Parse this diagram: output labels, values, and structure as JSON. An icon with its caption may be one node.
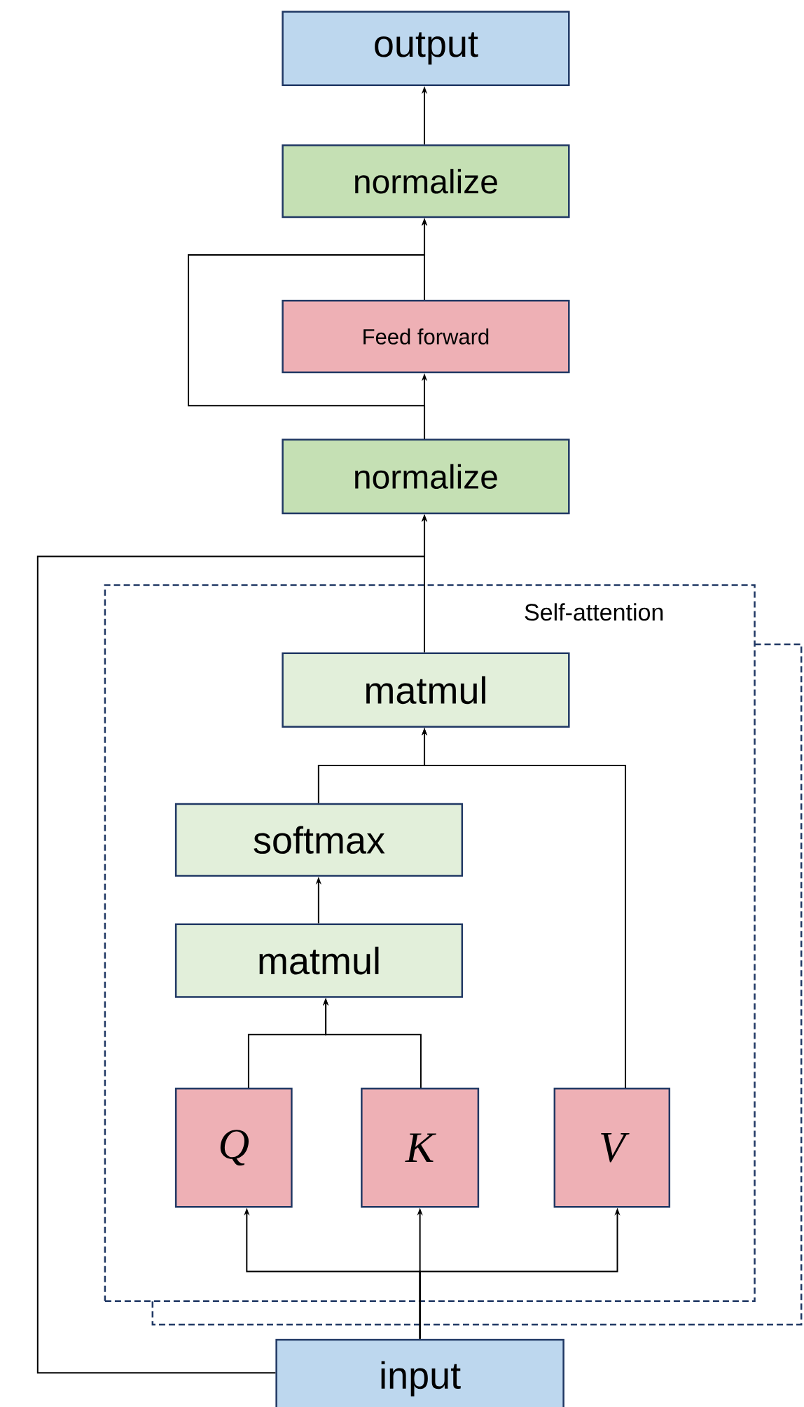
{
  "diagram": {
    "nodes": [
      {
        "text": [
          "output"
        ]
      },
      {
        "text": [
          "normalize"
        ]
      },
      {
        "text": [
          "Feed forward"
        ]
      },
      {
        "text": [
          "normalize"
        ]
      },
      {
        "text": [
          "Self-attention"
        ]
      },
      {
        "text": [
          "matmul"
        ],
        "in": 4
      },
      {
        "text": [
          "softmax"
        ],
        "in": 4
      },
      {
        "text": [
          "matmul"
        ],
        "in": 4
      },
      {
        "text": [
          "Q"
        ],
        "in": 4
      },
      {
        "text": [
          "K"
        ],
        "in": 4
      },
      {
        "text": [
          "V"
        ],
        "in": 4
      },
      {
        "text": [
          "input"
        ]
      }
    ],
    "edges": [
      {
        "from": 11,
        "to": 8,
        "arrow": "to"
      },
      {
        "from": 11,
        "to": 9,
        "arrow": "to"
      },
      {
        "from": 11,
        "to": 10,
        "arrow": "to"
      },
      {
        "from": 11,
        "to": 3,
        "arrow": "to"
      },
      {
        "from": 8,
        "to": 7,
        "arrow": "to"
      },
      {
        "from": 9,
        "to": 7,
        "arrow": "to"
      },
      {
        "from": 7,
        "to": 6,
        "arrow": "to"
      },
      {
        "from": 6,
        "to": 5,
        "arrow": "to"
      },
      {
        "from": 10,
        "to": 5,
        "arrow": "to"
      },
      {
        "from": 5,
        "to": 3,
        "arrow": "to"
      },
      {
        "from": 3,
        "to": 2,
        "arrow": "to"
      },
      {
        "from": 3,
        "to": 1,
        "arrow": "to"
      },
      {
        "from": 2,
        "to": 1,
        "arrow": "to"
      },
      {
        "from": 1,
        "to": 0,
        "arrow": "to"
      }
    ]
  }
}
